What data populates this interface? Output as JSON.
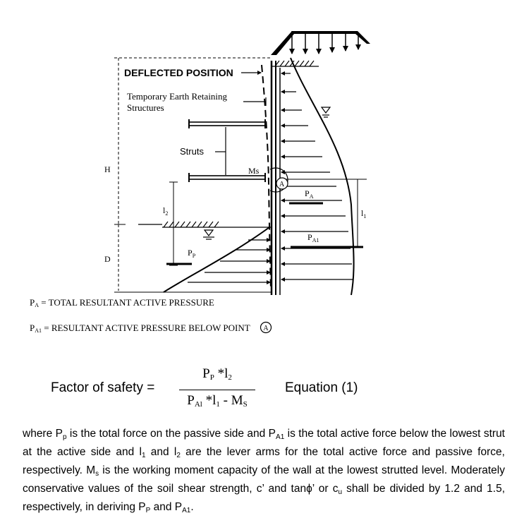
{
  "diagram": {
    "deflected_position": "DEFLECTED POSITION",
    "temp_retaining_line1": "Temporary Earth Retaining",
    "temp_retaining_line2": "Structures",
    "struts": "Struts",
    "H": "H",
    "D": "D",
    "Ms": "Ms",
    "point_A": "A",
    "l1": "l",
    "l1_sub": "1",
    "l2": "l",
    "l2_sub": "2",
    "PA": "P",
    "PA_sub": "A",
    "PA1": "P",
    "PA1_sub": "A1",
    "PP": "P",
    "PP_sub": "P"
  },
  "legend": {
    "pa_symbol": "P",
    "pa_sub": "A",
    "pa_text": " = TOTAL RESULTANT ACTIVE PRESSURE",
    "pa1_symbol": "P",
    "pa1_sub": "A1",
    "pa1_text": " = RESULTANT ACTIVE PRESSURE BELOW POINT",
    "pa1_marker": "A"
  },
  "equation": {
    "label": "Factor of safety =",
    "num_p": "P",
    "num_p_sub": "P",
    "num_rest": " *l",
    "num_l_sub": "2",
    "den_p": "P",
    "den_p_sub": "Al",
    "den_mid": " *l",
    "den_l_sub": "1",
    "den_minus": " - M",
    "den_m_sub": "S",
    "reference": "Equation (1)"
  },
  "paragraph": {
    "t1": "where P",
    "s1": "p",
    "t2": " is the total force on the passive side and P",
    "s2": "A1",
    "t3": " is the total active force below the lowest strut at the active side and l",
    "s3": "1",
    "t4": " and l",
    "s4": "2",
    "t5": " are the lever arms for the total active force and passive force, respectively. M",
    "s5": "s",
    "t6": " is the working moment capacity of the wall at the lowest strutted level. Moderately conservative values of the soil shear strength, c’ and tanϕ’ or c",
    "s6": "u",
    "t7": " shall be divided by 1.2 and 1.5, respectively, in deriving P",
    "s7": "P",
    "t8": " and P",
    "s8": "A1",
    "t9": "."
  }
}
